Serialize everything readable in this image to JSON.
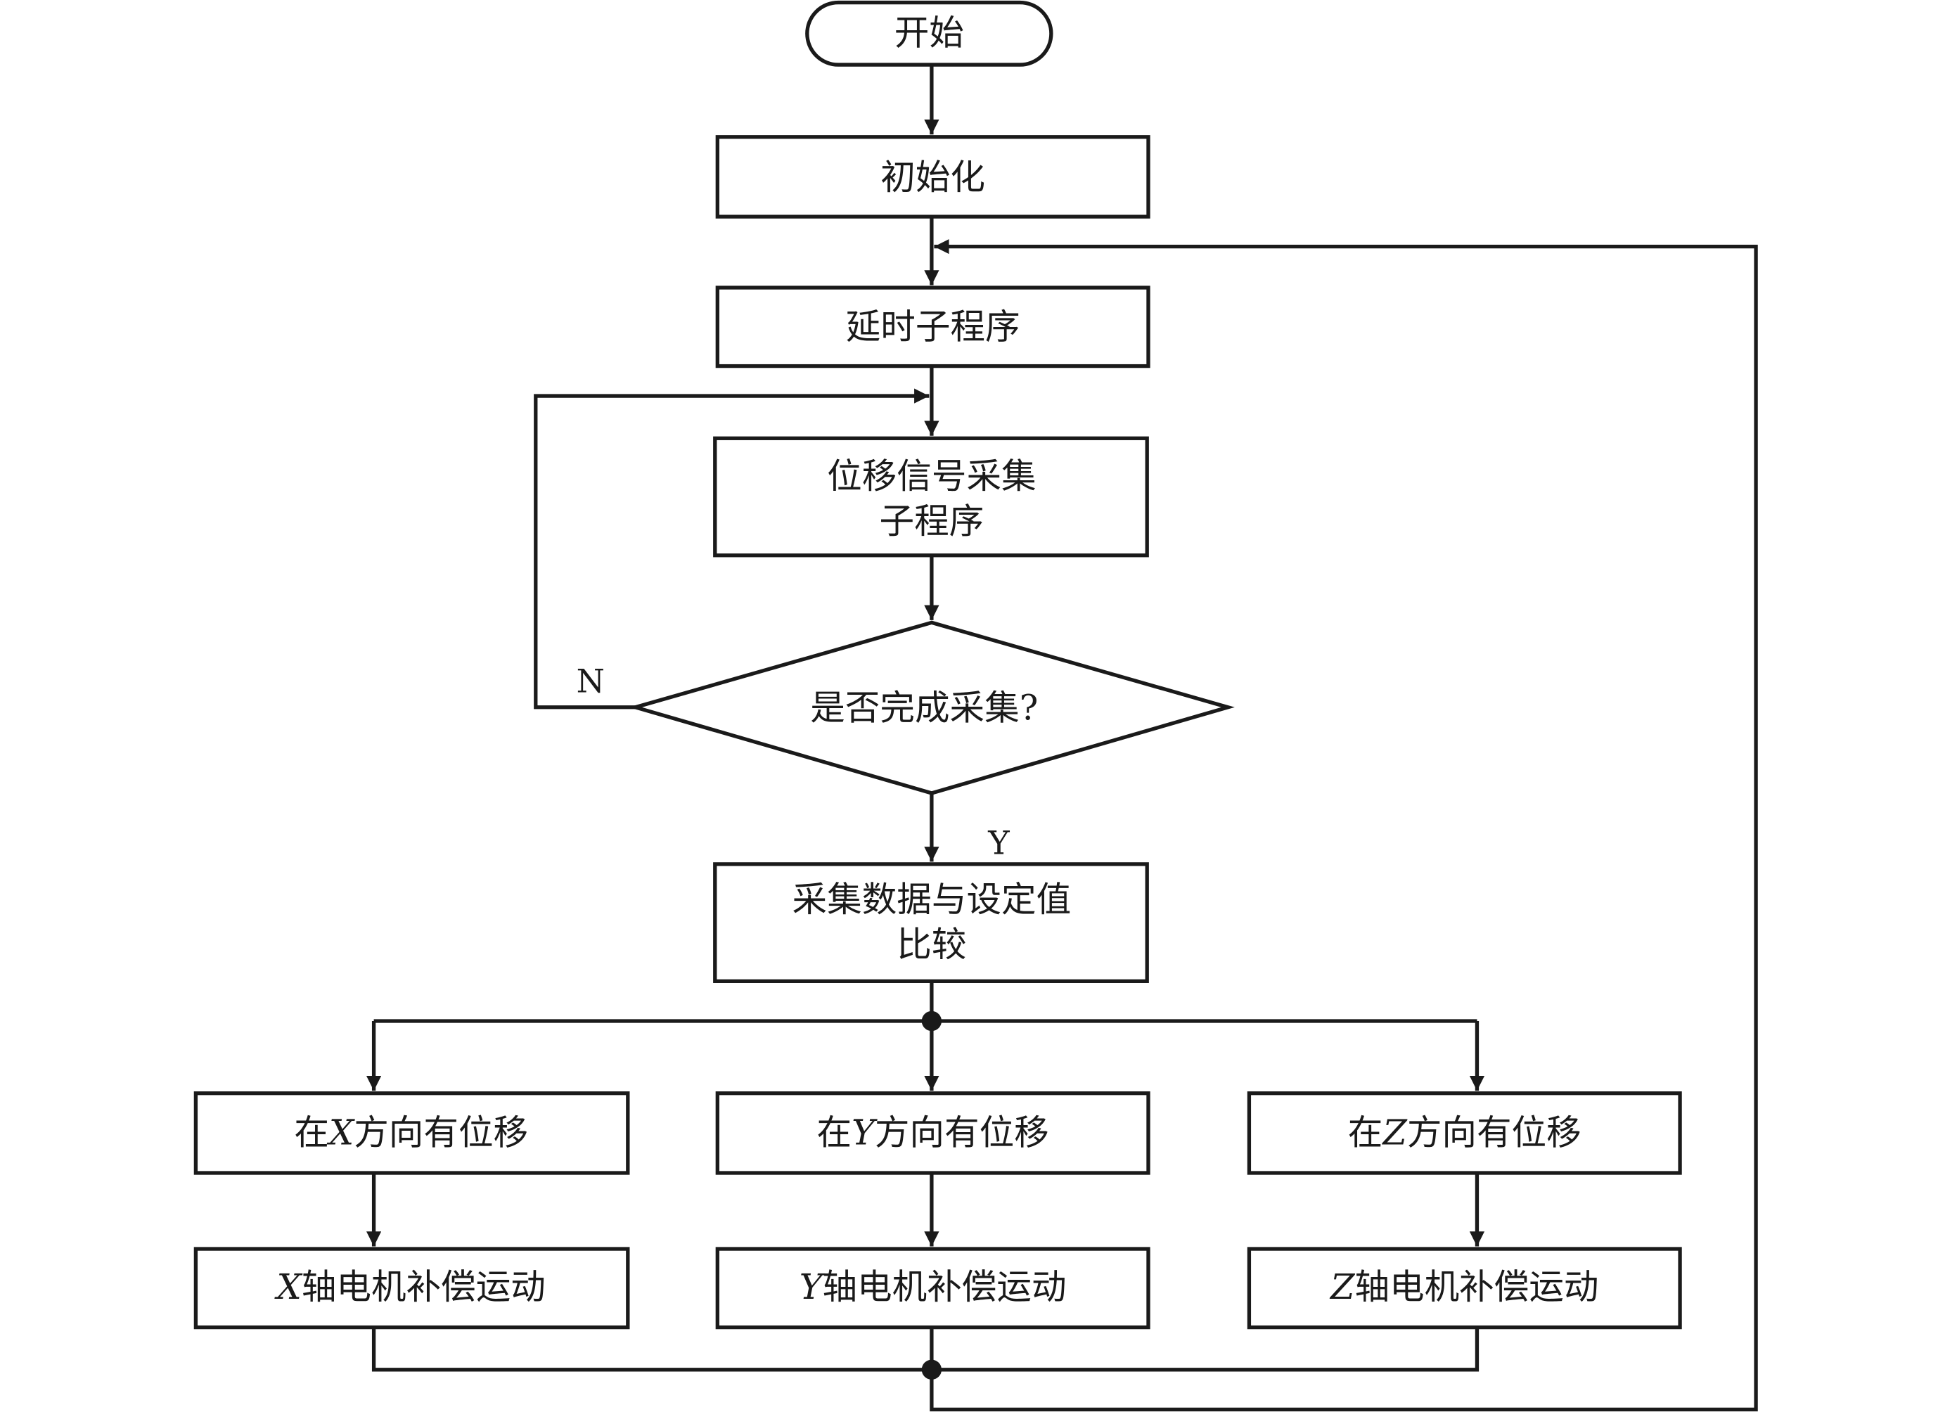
{
  "flowchart": {
    "start": "开始",
    "init": "初始化",
    "delay": "延时子程序",
    "acquire": {
      "line1": "位移信号采集",
      "line2": "子程序"
    },
    "decision": "是否完成采集?",
    "branch_no": "N",
    "branch_yes": "Y",
    "compare": {
      "line1": "采集数据与设定值",
      "line2": "比较"
    },
    "x_disp": {
      "axis": "X",
      "prefix": "在",
      "suffix": "方向有位移"
    },
    "y_disp": {
      "axis": "Y",
      "prefix": "在",
      "suffix": "方向有位移"
    },
    "z_disp": {
      "axis": "Z",
      "prefix": "在",
      "suffix": "方向有位移"
    },
    "x_motor": {
      "axis": "X",
      "suffix": "轴电机补偿运动"
    },
    "y_motor": {
      "axis": "Y",
      "suffix": "轴电机补偿运动"
    },
    "z_motor": {
      "axis": "Z",
      "suffix": "轴电机补偿运动"
    }
  }
}
